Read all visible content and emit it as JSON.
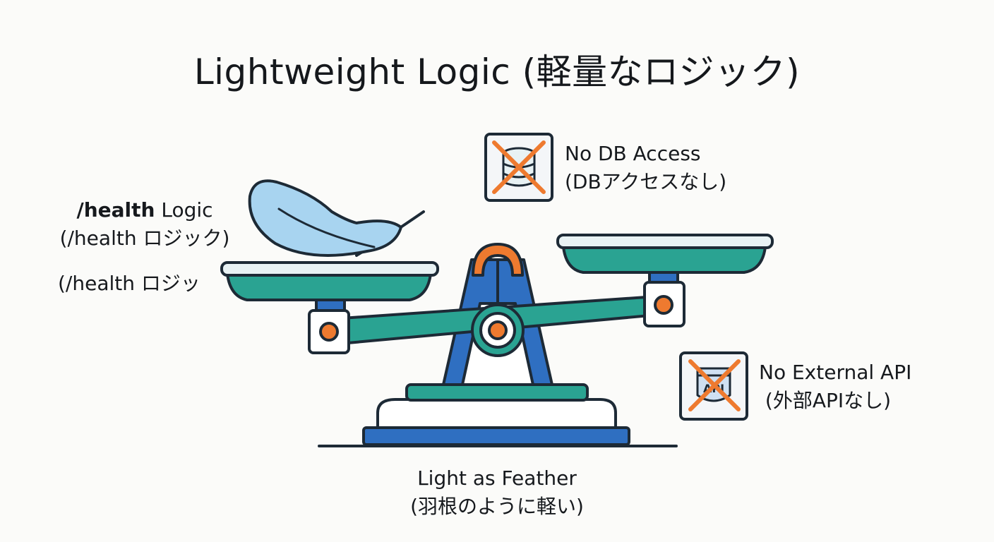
{
  "title": "Lightweight Logic (軽量なロジック)",
  "feather_label": {
    "bold": "/health",
    "rest": " Logic",
    "line2": "(/health ロジック)",
    "partial": "(/health ロジッ"
  },
  "db_label": {
    "line1": "No DB Access",
    "line2": "(DBアクセスなし)"
  },
  "api_label": {
    "line1": "No External API",
    "line2": " (外部APIなし)",
    "badge_text": "API"
  },
  "bottom_label": {
    "line1": "Light as Feather",
    "line2": "(羽根のように軽い)"
  },
  "icons": [
    "feather-icon",
    "database-icon",
    "api-shield-icon",
    "cross-mark-icon",
    "balance-scale-icon"
  ],
  "colors": {
    "outline": "#1d2a36",
    "blue": "#2f6fc1",
    "teal": "#2aa392",
    "orange": "#ee7a2f",
    "feather": "#a8d4f0",
    "pan_light": "#e8f2f4",
    "cross": "#ee7a2f"
  }
}
